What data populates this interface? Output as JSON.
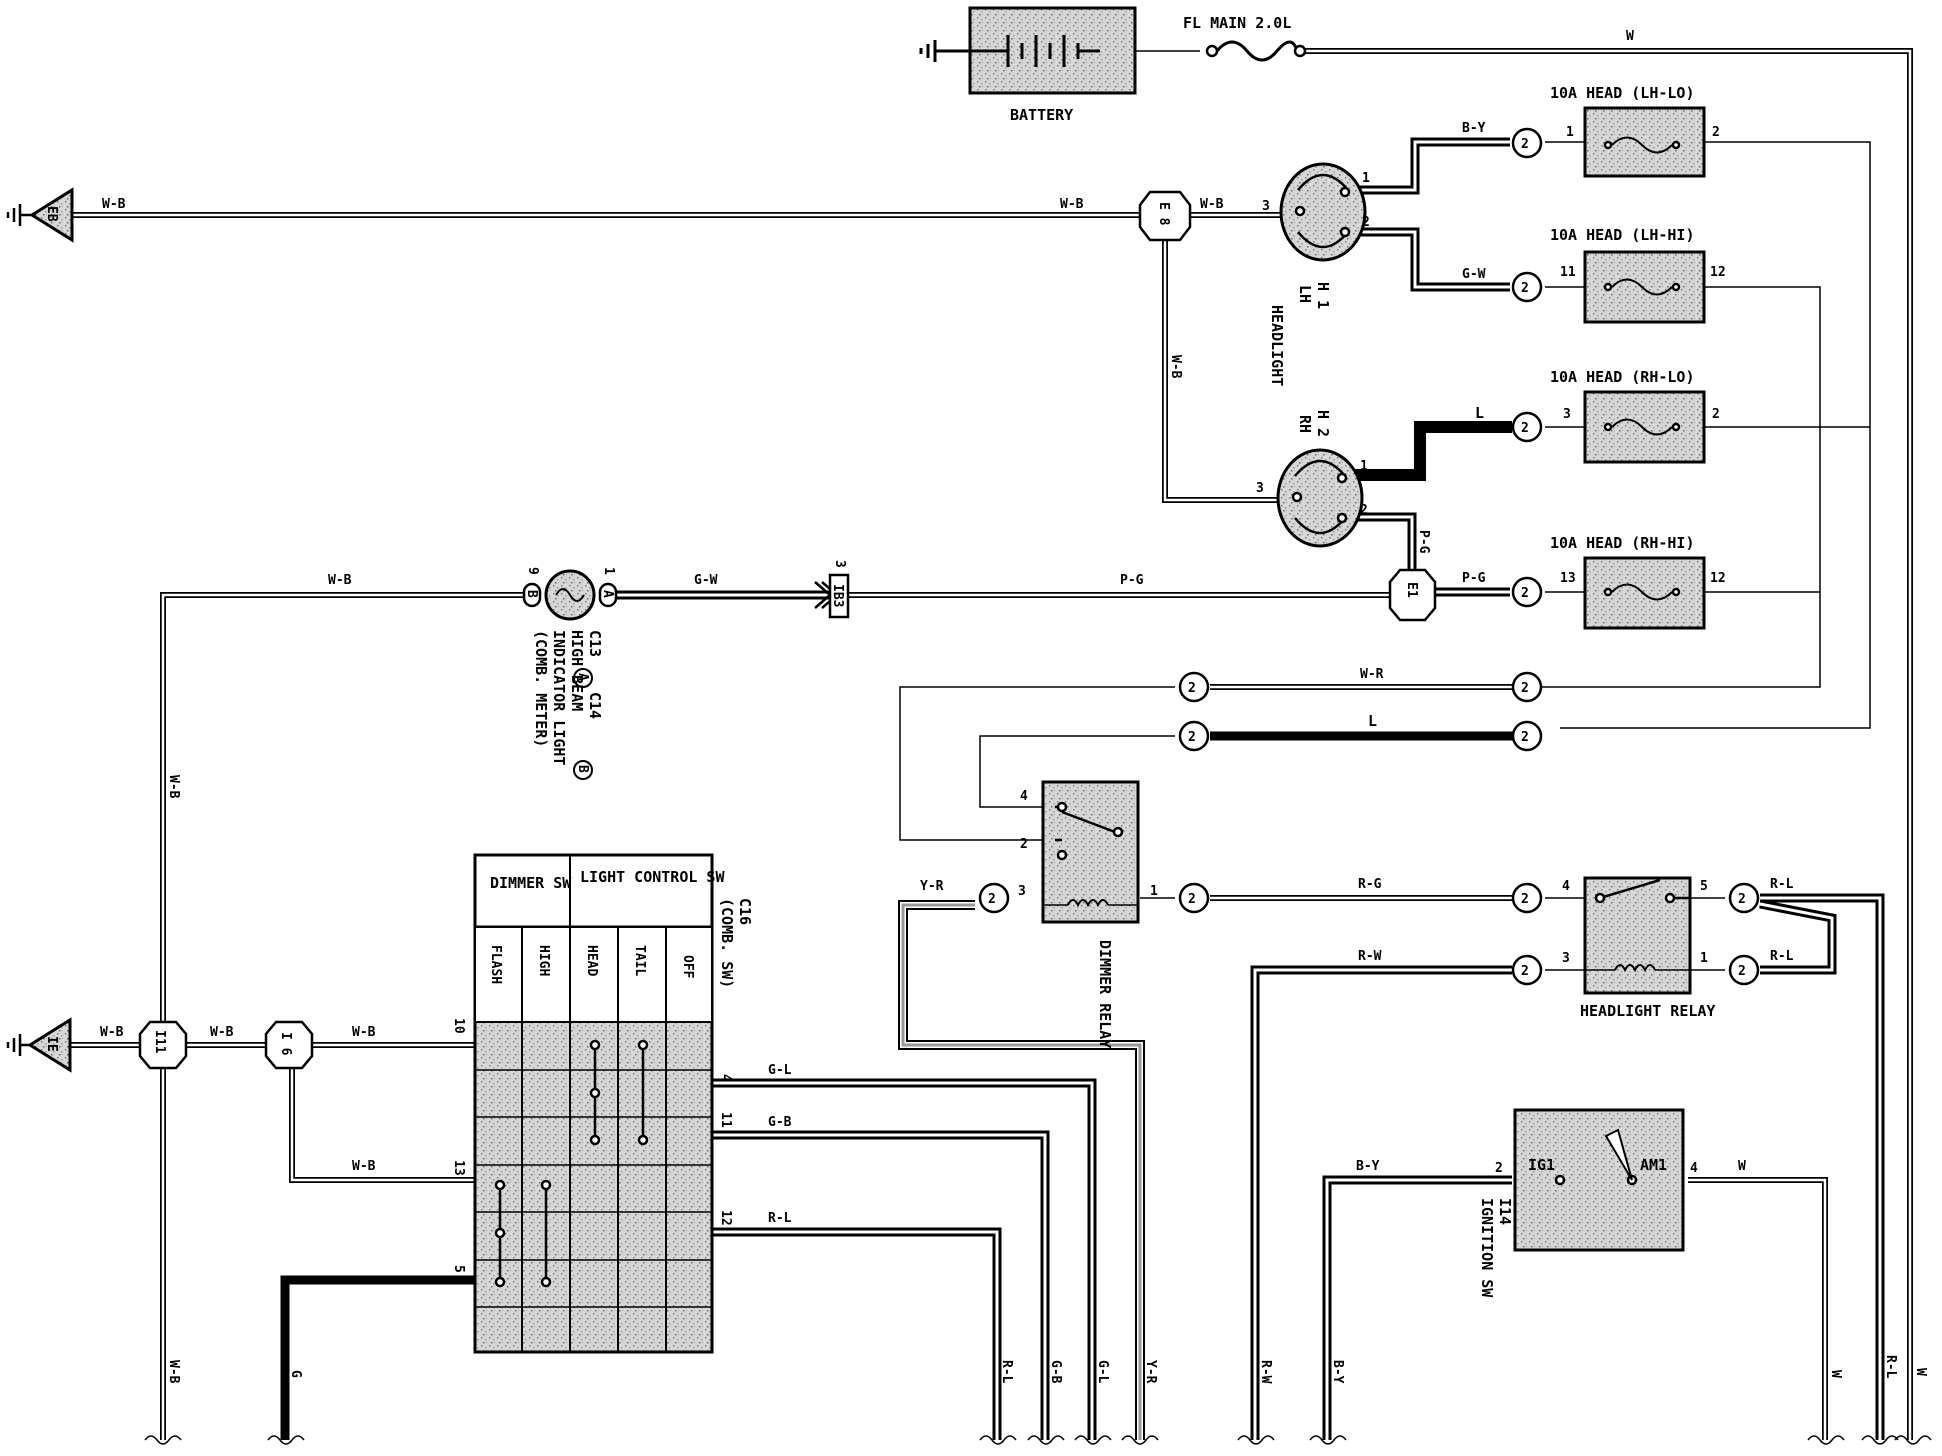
{
  "battery": {
    "label": "BATTERY"
  },
  "fusible_link": {
    "label": "FL MAIN 2.0L"
  },
  "fuses": [
    {
      "label": "10A HEAD (LH-LO)",
      "pin_in": "1",
      "pin_out": "2"
    },
    {
      "label": "10A HEAD (LH-HI)",
      "pin_in": "11",
      "pin_out": "12"
    },
    {
      "label": "10A HEAD (RH-LO)",
      "pin_in": "3",
      "pin_out": "2"
    },
    {
      "label": "10A HEAD (RH-HI)",
      "pin_in": "13",
      "pin_out": "12"
    }
  ],
  "headlight": {
    "title": "HEADLIGHT",
    "lh": {
      "id": "H 1",
      "side": "LH"
    },
    "rh": {
      "id": "H 2",
      "side": "RH"
    }
  },
  "grounds": {
    "eb": "EB",
    "ie": "IE"
  },
  "junctions": {
    "e8": "E 8",
    "e1": "E1",
    "i11": "I11",
    "i6": "I 6",
    "ib3": "IB3"
  },
  "high_beam_indicator": {
    "ref_a": "C13",
    "ref_b": "C14",
    "badge_a": "A",
    "badge_b": "B",
    "line1": "HIGH BEAM",
    "line2": "INDICATOR LIGHT",
    "line3": "(COMB. METER)"
  },
  "combination_switch": {
    "ref": "C16",
    "name": "(COMB. SW)",
    "header_dimmer": "DIMMER SW",
    "header_light": "LIGHT CONTROL SW",
    "columns": [
      "FLASH",
      "HIGH",
      "HEAD",
      "TAIL",
      "OFF"
    ],
    "pins": [
      "10",
      "4",
      "11",
      "13",
      "12",
      "5"
    ]
  },
  "dimmer_relay": {
    "label": "DIMMER RELAY",
    "pins": [
      "4",
      "2",
      "3",
      "1"
    ]
  },
  "headlight_relay": {
    "label": "HEADLIGHT RELAY",
    "pins": [
      "4",
      "3",
      "5",
      "1"
    ]
  },
  "ignition_switch": {
    "ref": "I14",
    "name": "IGNITION SW",
    "ig1": "IG1",
    "am1": "AM1",
    "pin_ig1": "2",
    "pin_am1": "4"
  },
  "connector_numeral": "2",
  "wires": {
    "w": "W",
    "wb": "W-B",
    "by": "B-Y",
    "gw": "G-W",
    "l": "L",
    "pg": "P-G",
    "wr": "W-R",
    "yr": "Y-R",
    "rg": "R-G",
    "rl": "R-L",
    "rw": "R-W",
    "gl": "G-L",
    "gb": "G-B",
    "g": "G"
  },
  "pins": {
    "h_1": "1",
    "h_2": "2",
    "h_3": "3",
    "p9": "9",
    "p1": "1",
    "p3": "3",
    "p5": "5",
    "p1b": "1"
  }
}
